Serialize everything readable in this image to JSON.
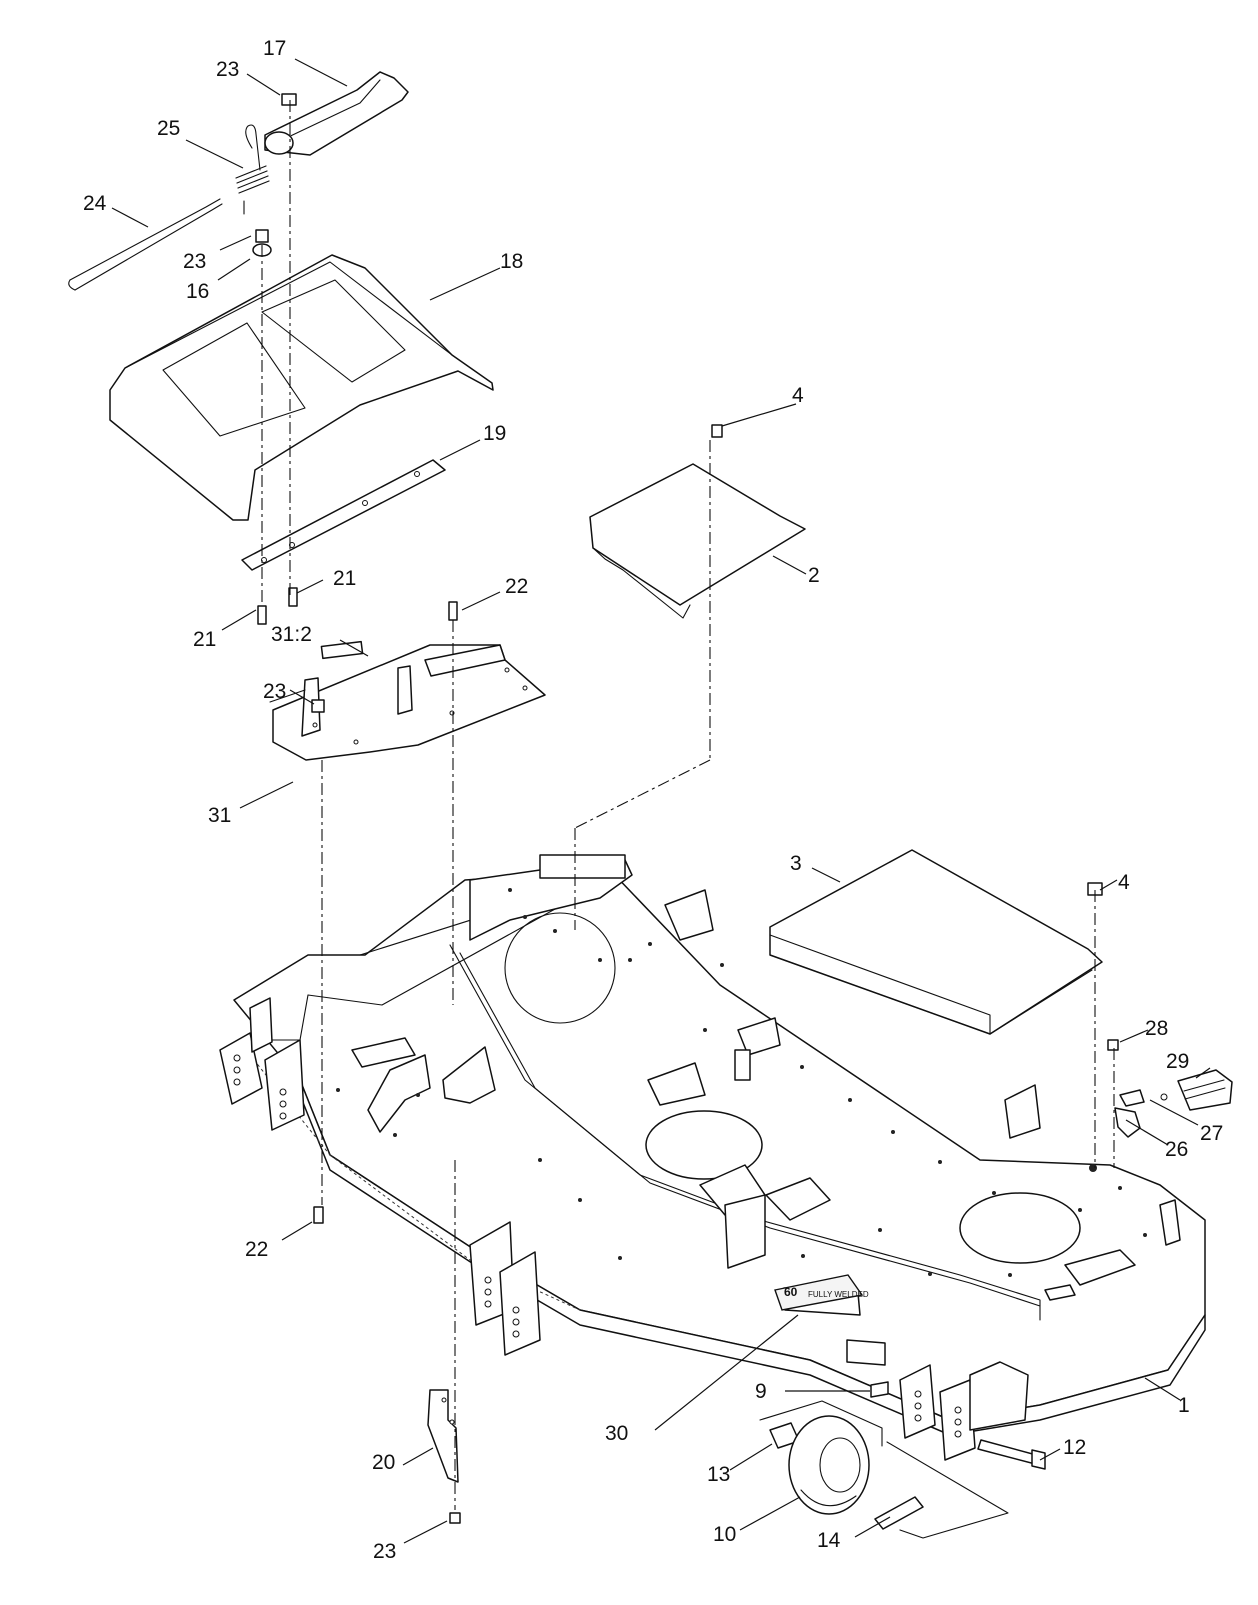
{
  "callouts": [
    "17",
    "23",
    "25",
    "24",
    "23",
    "16",
    "18",
    "19",
    "21",
    "21",
    "22",
    "31:2",
    "23",
    "31",
    "4",
    "2",
    "3",
    "4",
    "28",
    "29",
    "27",
    "26",
    "22",
    "9",
    "1",
    "30",
    "12",
    "13",
    "10",
    "14",
    "20",
    "23"
  ],
  "deck_badge": {
    "number": "60",
    "text": "FULLY WELDED"
  }
}
